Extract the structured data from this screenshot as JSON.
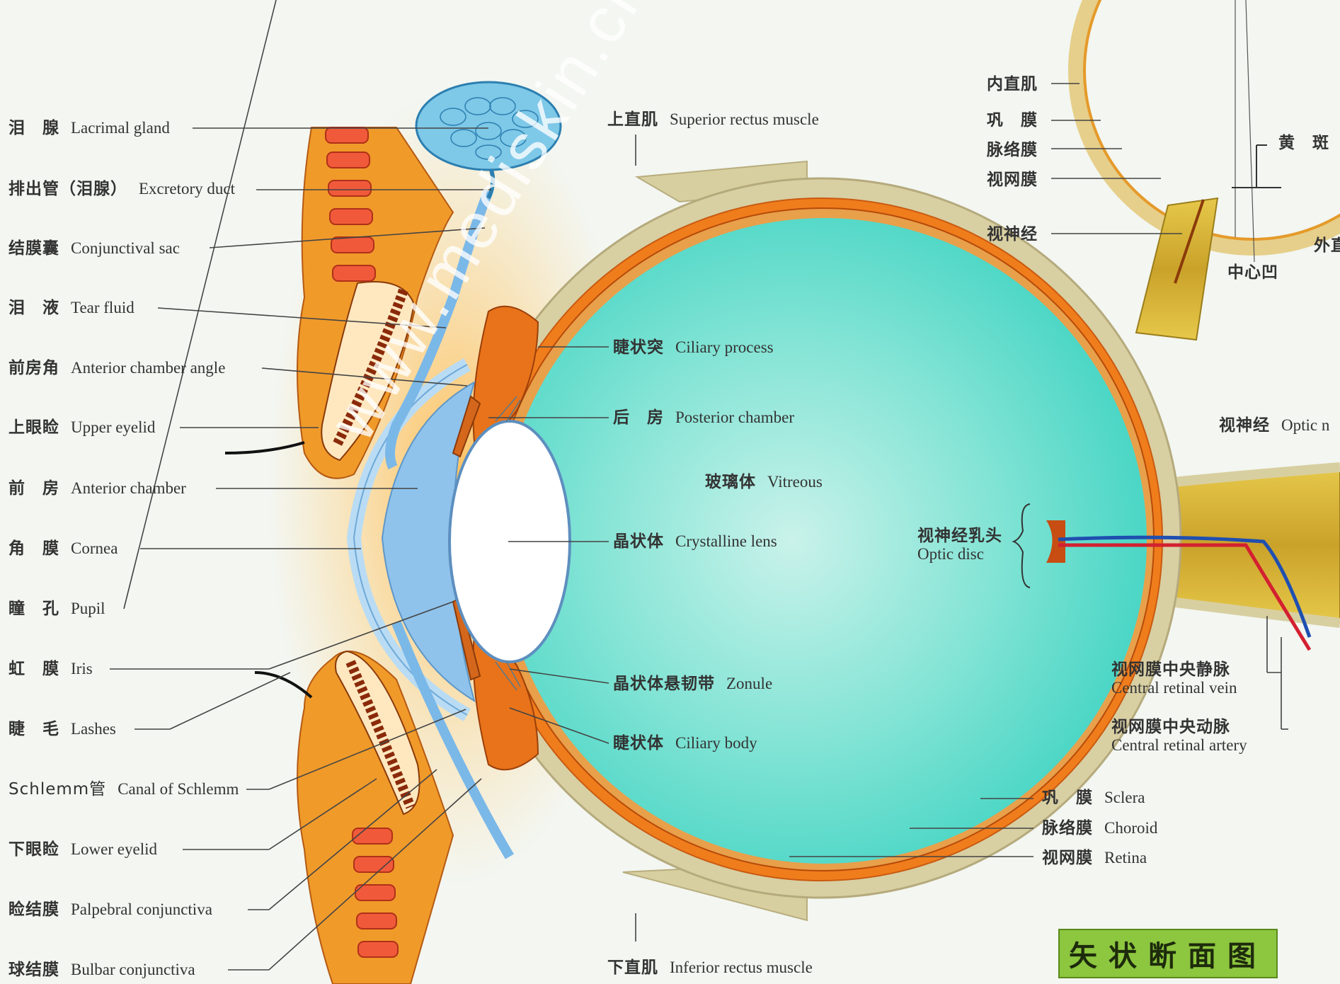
{
  "colors": {
    "background": "#f3f6f1",
    "vitreous": "#4fd9c8",
    "sclera": "#d9d0a4",
    "choroid": "#f07a1a",
    "eyelid": "#f09a2a",
    "cornea_blue": "#8fc3ec",
    "title_green": "#8dc63f"
  },
  "labels_left": [
    {
      "zh": "泪　腺",
      "en": "Lacrimal gland"
    },
    {
      "zh": "排出管（泪腺）",
      "en": "Excretory duct"
    },
    {
      "zh": "结膜囊",
      "en": "Conjunctival sac"
    },
    {
      "zh": "泪　液",
      "en": "Tear fluid"
    },
    {
      "zh": "前房角",
      "en": "Anterior chamber angle"
    },
    {
      "zh": "上眼睑",
      "en": "Upper eyelid"
    },
    {
      "zh": "前　房",
      "en": "Anterior chamber"
    },
    {
      "zh": "角　膜",
      "en": "Cornea"
    },
    {
      "zh": "瞳　孔",
      "en": "Pupil"
    },
    {
      "zh": "虹　膜",
      "en": "Iris"
    },
    {
      "zh": "睫　毛",
      "en": "Lashes"
    },
    {
      "zh": "Schlemm管",
      "en": "Canal of Schlemm"
    },
    {
      "zh": "下眼睑",
      "en": "Lower eyelid"
    },
    {
      "zh": "睑结膜",
      "en": "Palpebral conjunctiva"
    },
    {
      "zh": "球结膜",
      "en": "Bulbar conjunctiva"
    }
  ],
  "labels_center": [
    {
      "zh": "上直肌",
      "en": "Superior rectus muscle"
    },
    {
      "zh": "睫状突",
      "en": "Ciliary process"
    },
    {
      "zh": "后　房",
      "en": "Posterior chamber"
    },
    {
      "zh": "玻璃体",
      "en": "Vitreous"
    },
    {
      "zh": "晶状体",
      "en": "Crystalline lens"
    },
    {
      "zh": "晶状体悬韧带",
      "en": "Zonule"
    },
    {
      "zh": "睫状体",
      "en": "Ciliary body"
    },
    {
      "zh": "下直肌",
      "en": "Inferior rectus muscle"
    }
  ],
  "labels_right": [
    {
      "zh": "视神经乳头",
      "en": "Optic disc"
    },
    {
      "zh": "视网膜中央静脉",
      "en": "Central retinal vein"
    },
    {
      "zh": "视网膜中央动脉",
      "en": "Central retinal artery"
    },
    {
      "zh": "巩　膜",
      "en": "Sclera"
    },
    {
      "zh": "脉络膜",
      "en": "Choroid"
    },
    {
      "zh": "视网膜",
      "en": "Retina"
    },
    {
      "zh": "视神经",
      "en": "Optic n"
    }
  ],
  "inset_labels": [
    {
      "zh": "内直肌"
    },
    {
      "zh": "巩　膜"
    },
    {
      "zh": "脉络膜"
    },
    {
      "zh": "视网膜"
    },
    {
      "zh": "视神经"
    },
    {
      "zh": "黄　斑"
    },
    {
      "zh": "中心凹"
    },
    {
      "zh": "外直"
    }
  ],
  "title": "矢状断面图",
  "watermark": "www.mediskin.cn"
}
